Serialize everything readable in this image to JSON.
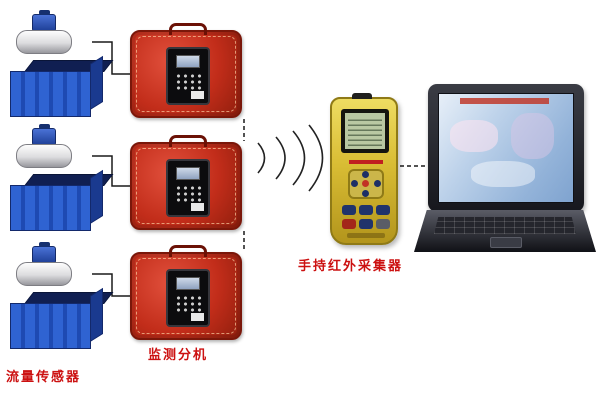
{
  "labels": {
    "flow_sensor": "流量传感器",
    "monitor_unit": "监测分机",
    "handheld_collector": "手持红外采集器"
  },
  "counts": {
    "flow_sensors": 3,
    "monitor_units": 3,
    "wireless_signal_arcs": 4
  },
  "colors": {
    "label_text": "#cc1111",
    "case_red": "#c22d1a",
    "tank_blue": "#2a5cc4",
    "handheld_yellow": "#d9bd34",
    "lcd_green": "#b9c8a2",
    "laptop_screen_blue": "#93b3d9",
    "connector_line": "#1a1a1a"
  }
}
